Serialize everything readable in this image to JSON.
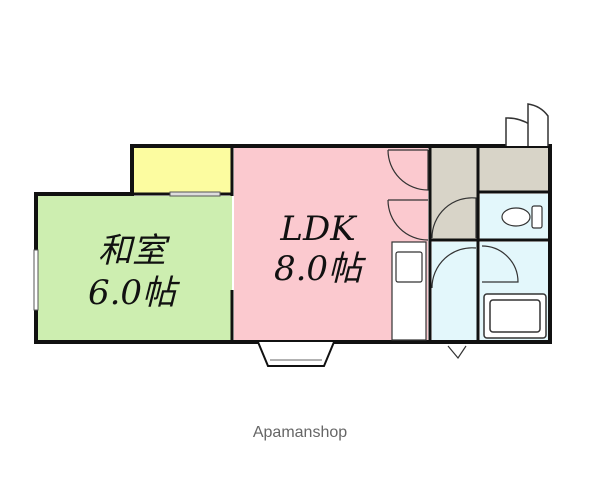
{
  "rooms": {
    "washitsu": {
      "name": "和室",
      "size": "6.0帖"
    },
    "ldk": {
      "name": "LDK",
      "size": "8.0帖"
    }
  },
  "watermark": "Apamanshop",
  "colors": {
    "washitsu_fill": "#cdeeb0",
    "ldk_fill": "#fbc9cf",
    "closet_fill": "#fcfca0",
    "wet_fill": "#e3f7fb",
    "storage_fill": "#d8d4c8",
    "wall": "#111111"
  }
}
